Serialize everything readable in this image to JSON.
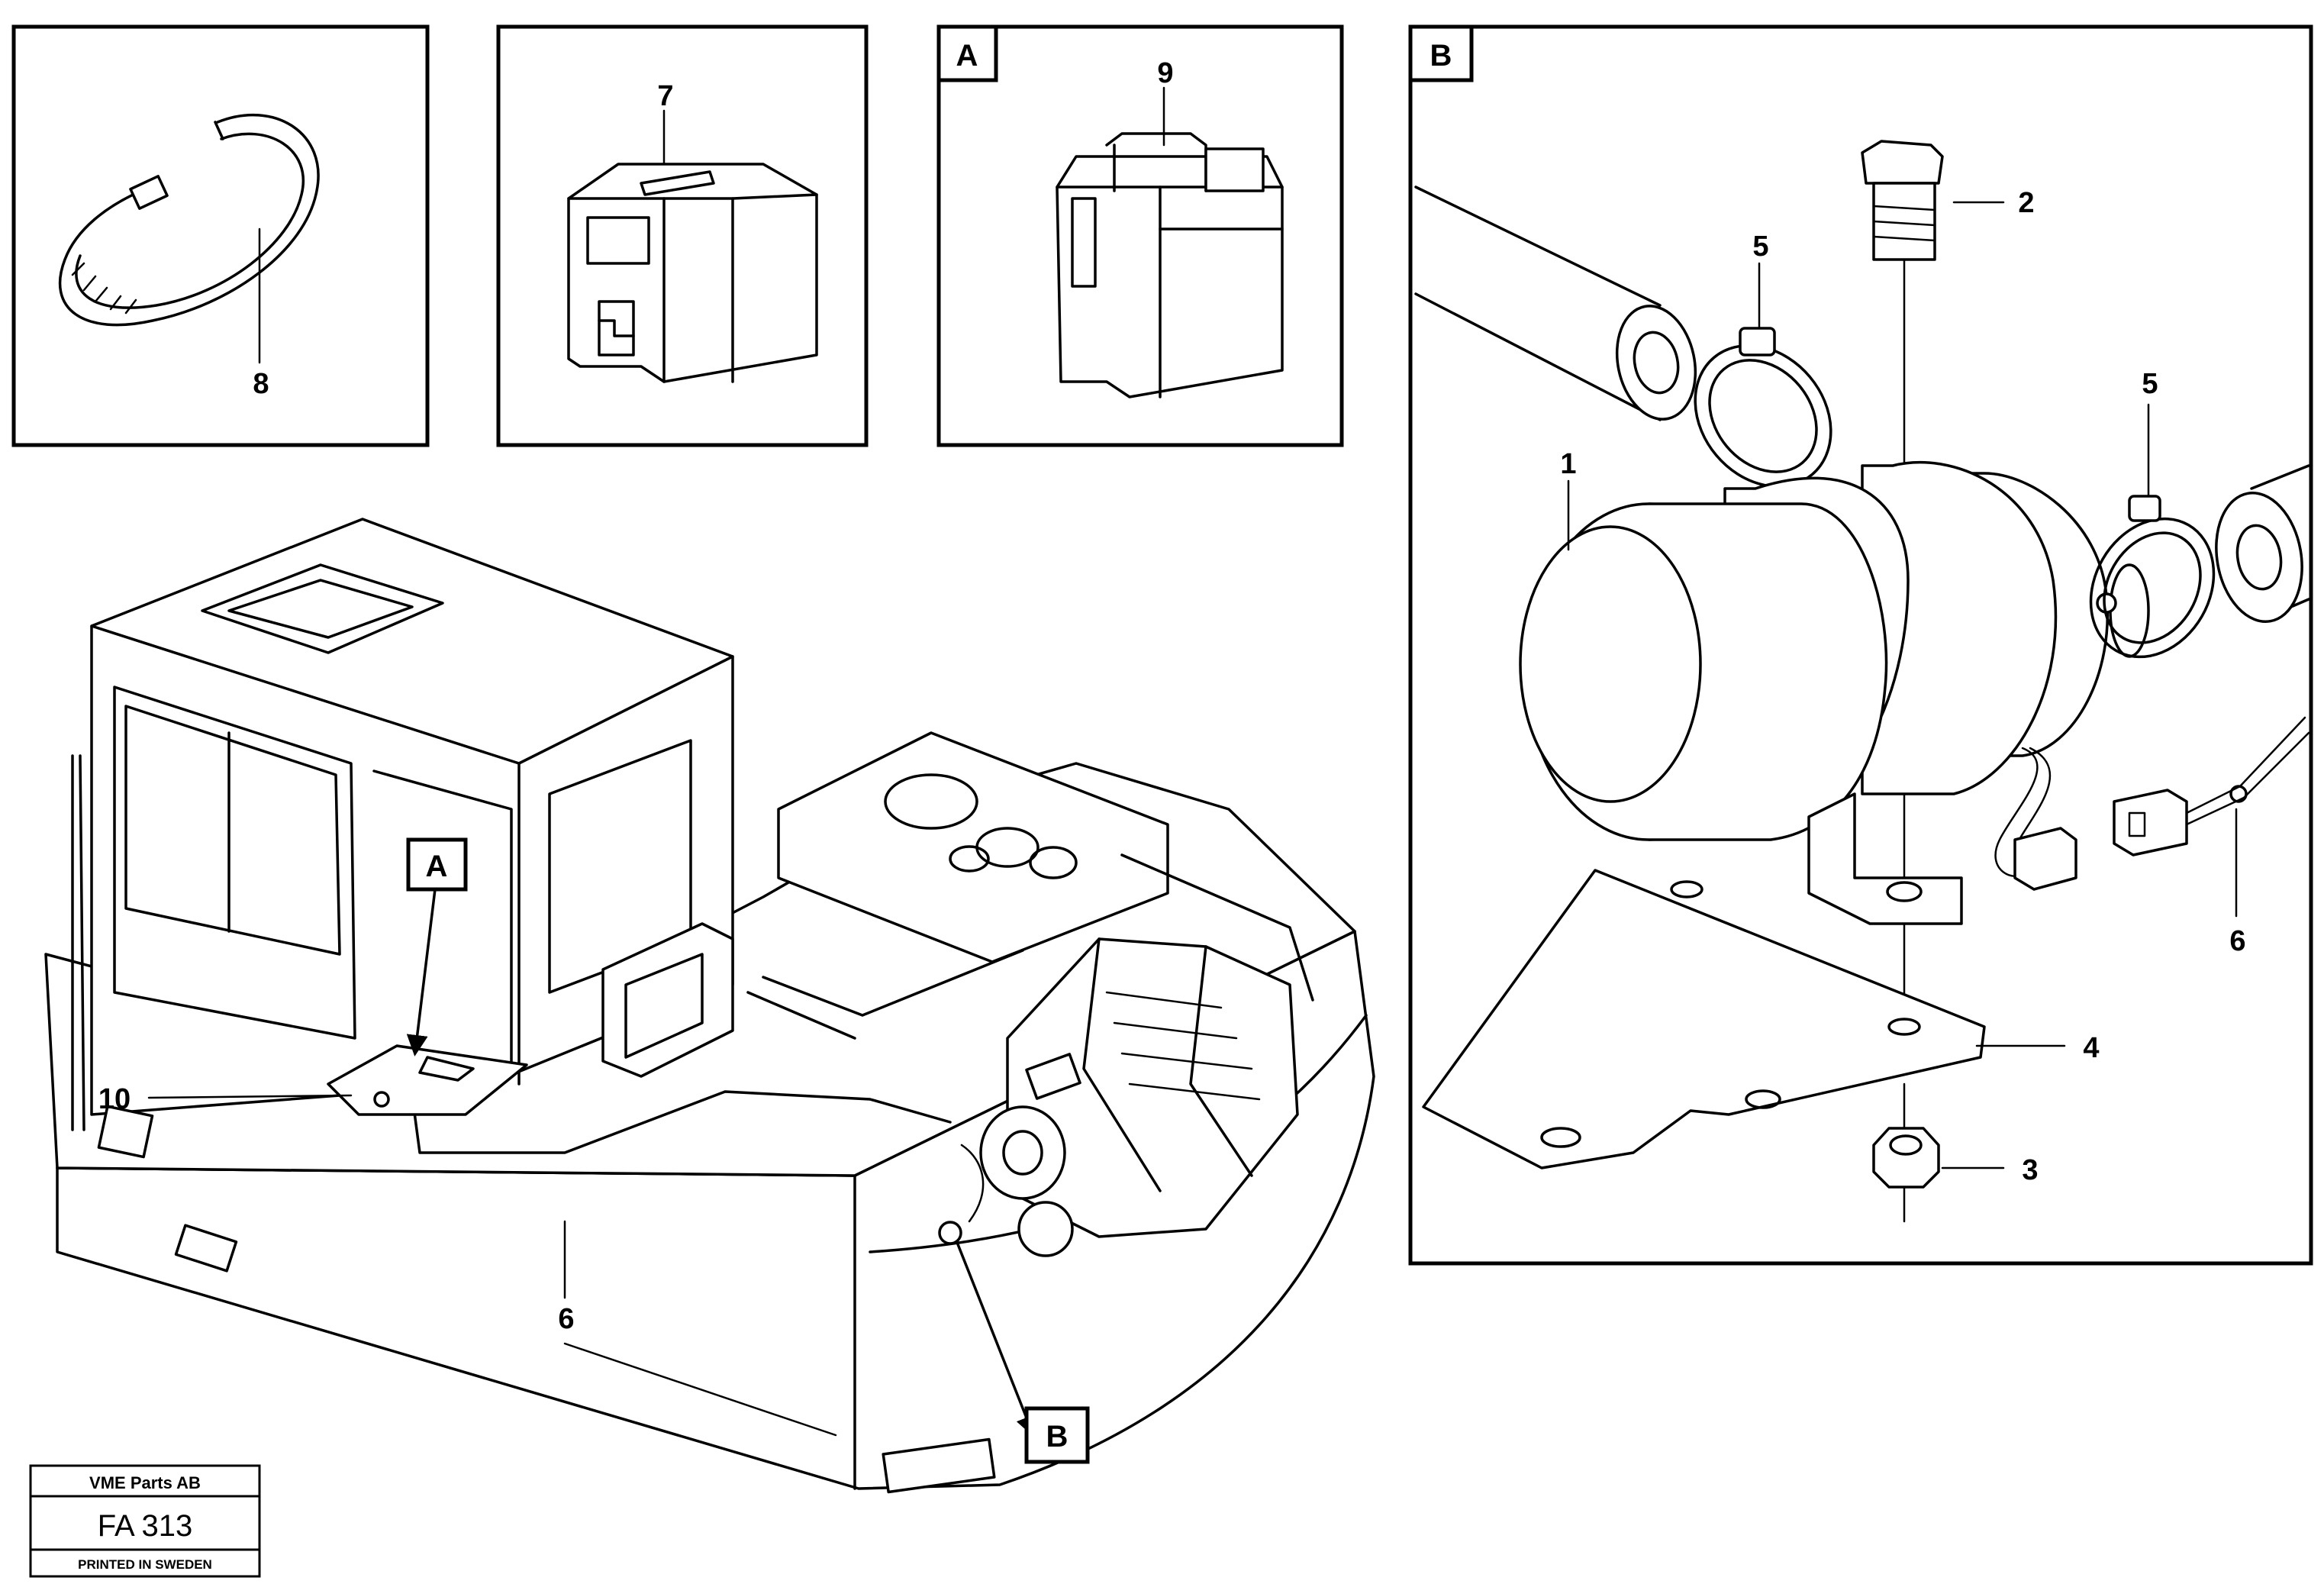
{
  "callouts": {
    "c1": "1",
    "c2": "2",
    "c3": "3",
    "c4": "4",
    "c5a": "5",
    "c5b": "5",
    "c6_detail": "6",
    "c6_machine": "6",
    "c7": "7",
    "c8": "8",
    "c9": "9",
    "c10": "10"
  },
  "detail_labels": {
    "A_box": "A",
    "B_box": "B",
    "A_machine": "A",
    "B_machine": "B"
  },
  "stamp": {
    "company": "VME Parts AB",
    "code": "FA 313",
    "footer": "PRINTED IN SWEDEN"
  }
}
